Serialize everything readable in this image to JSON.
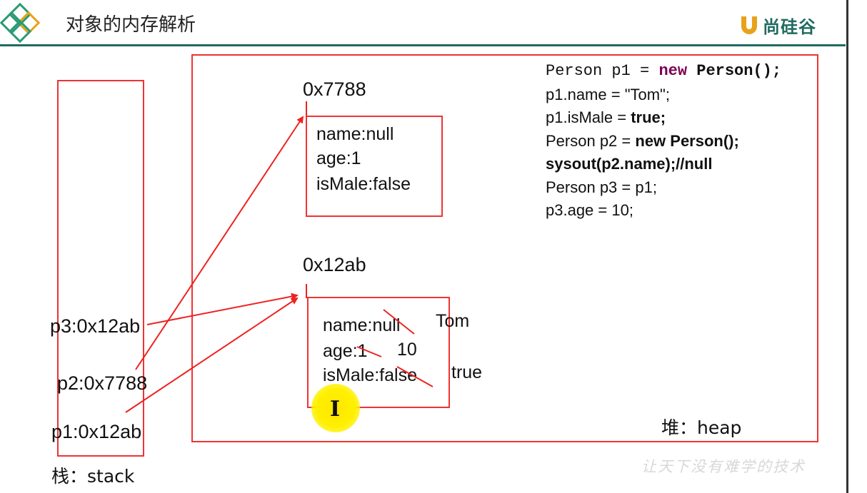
{
  "header": {
    "title": "对象的内存解析",
    "brand": "尚硅谷"
  },
  "heap": {
    "label": "堆：heap",
    "object1": {
      "address": "0x7788",
      "fields": [
        "name:null",
        "age:1",
        "isMale:false"
      ]
    },
    "object2": {
      "address": "0x12ab",
      "fields": [
        "name:null",
        "age:1",
        "isMale:false"
      ],
      "updated": [
        "Tom",
        "10",
        "true"
      ]
    }
  },
  "stack": {
    "label": "栈：stack",
    "vars": [
      "p3:0x12ab",
      "p2:0x7788",
      "p1:0x12ab"
    ]
  },
  "code": {
    "lines": [
      "Person p1 = new Person();",
      "p1.name = \"Tom\";",
      "p1.isMale = true;",
      "Person p2 = new Person();",
      "sysout(p2.name);//null",
      "Person p3 = p1;",
      "p3.age = 10;"
    ],
    "c1": {
      "a": "Person p1 = ",
      "kw": "new",
      "b": " Person();"
    },
    "c2": "p1.name = \"Tom\";",
    "c3": {
      "a": "p1.isMale = ",
      "b": "true;"
    },
    "c4": {
      "a": "Person p2 = ",
      "b": "new Person();"
    },
    "c5": "sysout(p2.name);//null",
    "c6": "Person p3 = p1;",
    "c7": "p3.age = 10;"
  },
  "watermark": "让天下没有难学的技术",
  "colors": {
    "accent": "#ee3333",
    "header_line": "#1f6b61",
    "keyword": "#7b0052",
    "highlight": "#fff000"
  }
}
